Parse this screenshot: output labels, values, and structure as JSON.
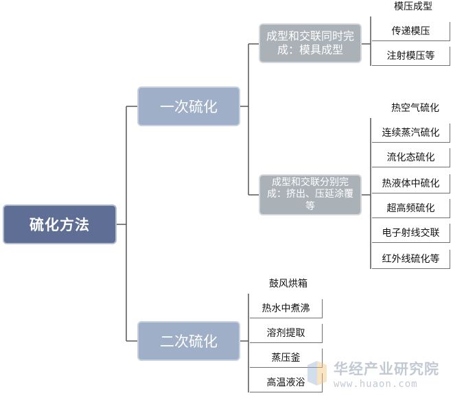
{
  "root": "硫化方法",
  "primary": {
    "label": "一次硫化",
    "group_a": {
      "label": "成型和交联同时完成：模具成型",
      "items": [
        "模压成型",
        "传递模压",
        "注射模压等"
      ]
    },
    "group_b": {
      "label": "成型和交联分别完成：挤出、压延涂覆等",
      "items": [
        "热空气硫化",
        "连续蒸汽硫化",
        "流化态硫化",
        "热液体中硫化",
        "超高频硫化",
        "电子射线交联",
        "红外线硫化等"
      ]
    }
  },
  "secondary": {
    "label": "二次硫化",
    "items": [
      "鼓风烘箱",
      "热水中煮沸",
      "溶剂提取",
      "蒸压釜",
      "高温液浴"
    ]
  },
  "watermark": {
    "brand": "华经产业研究院",
    "url": "www.huaon.com"
  },
  "colors": {
    "root": "#5f6e95",
    "level1": "#9fafc7",
    "level2": "#aab1b7",
    "line": "#555555"
  }
}
